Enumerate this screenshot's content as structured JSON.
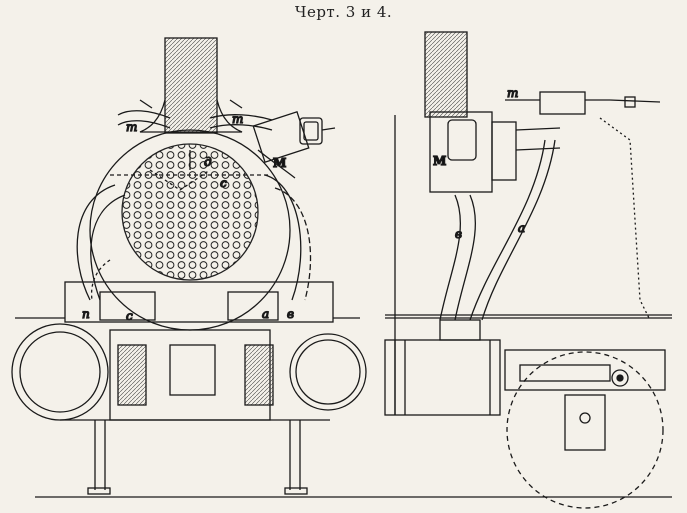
{
  "title": "Черт. 3 и 4.",
  "labels": {
    "m_left_1": "m",
    "m_left_2": "m",
    "M_left": "M",
    "d_left": "д",
    "c_left": "c",
    "n_left": "n",
    "c_lower": "c",
    "a_left": "a",
    "v_left": "в",
    "m_right": "m",
    "M_right": "M",
    "v_right": "в",
    "a_right": "a"
  }
}
